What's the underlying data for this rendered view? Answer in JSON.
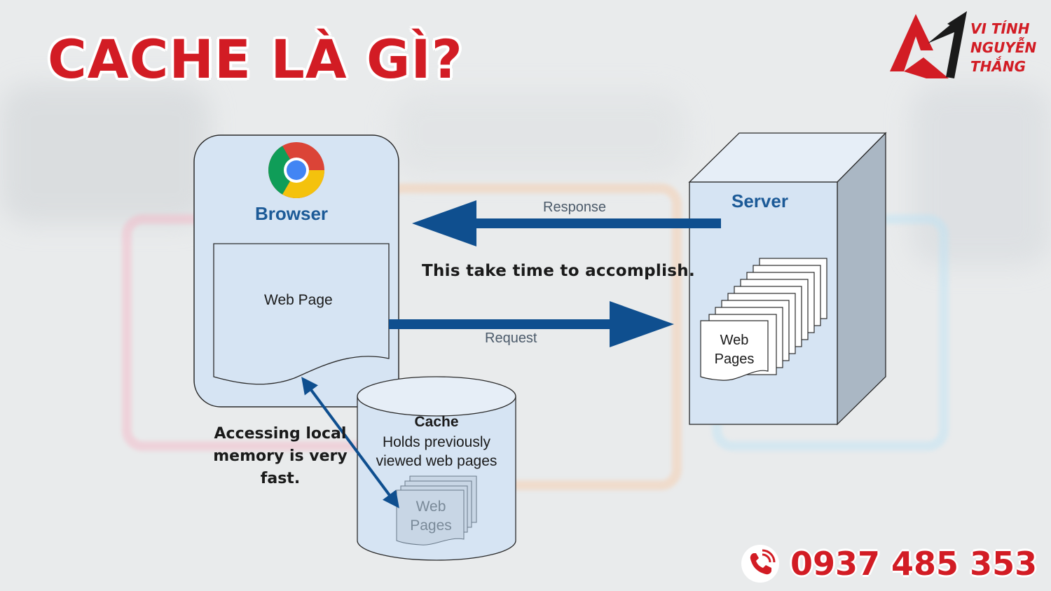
{
  "title": "CACHE LÀ GÌ?",
  "logo": {
    "lines": [
      "VI TÍNH",
      "NGUYỄN",
      "THẮNG"
    ]
  },
  "diagram": {
    "browser_label": "Browser",
    "web_page_label": "Web Page",
    "server_label": "Server",
    "response_label": "Response",
    "request_label": "Request",
    "time_note": "This take time to accomplish.",
    "server_pages_label": "Web Pages",
    "cache_title": "Cache",
    "cache_description": "Holds previously viewed web pages",
    "cache_pages_label": "Web Pages",
    "access_note": "Accessing local memory is very fast."
  },
  "phone": "0937 485 353",
  "colors": {
    "brand_red": "#d21c24",
    "arrow_blue": "#0f4f8f",
    "box_fill": "#d6e4f3",
    "label_blue": "#1c5a97"
  },
  "icons": [
    "chrome-icon",
    "phone-icon",
    "brand-logo"
  ]
}
